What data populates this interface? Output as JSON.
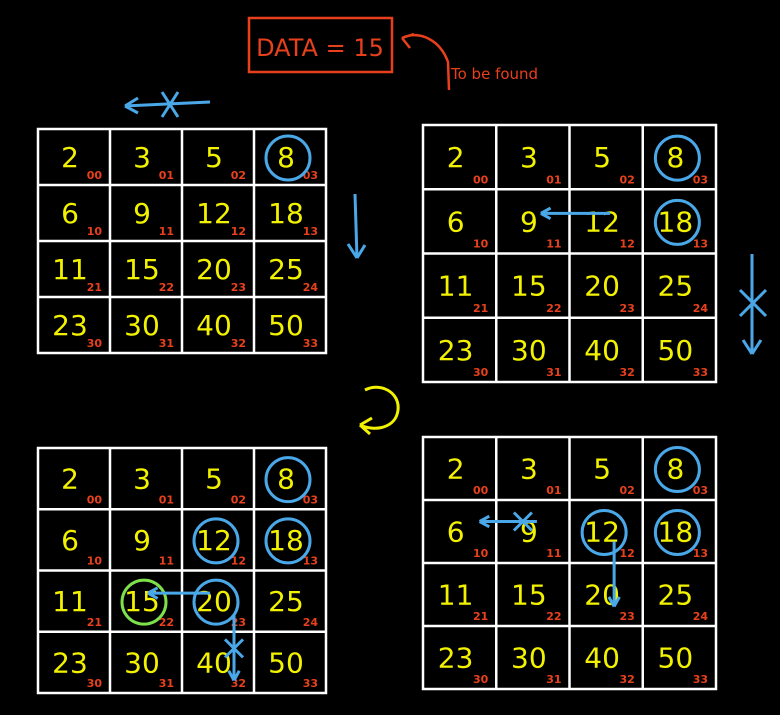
{
  "header": {
    "data_label": "DATA = 15",
    "note": "To be found"
  },
  "matrix": {
    "values": [
      [
        "2",
        "3",
        "5",
        "8"
      ],
      [
        "6",
        "9",
        "12",
        "18"
      ],
      [
        "11",
        "15",
        "20",
        "25"
      ],
      [
        "23",
        "30",
        "40",
        "50"
      ]
    ],
    "indices": [
      [
        "00",
        "01",
        "02",
        "03"
      ],
      [
        "10",
        "11",
        "12",
        "13"
      ],
      [
        "21",
        "22",
        "23",
        "24"
      ],
      [
        "30",
        "31",
        "32",
        "33"
      ]
    ]
  },
  "colors": {
    "background": "#000000",
    "grid": "#ffffff",
    "value_text": "#f2f200",
    "index_text": "#e8401c",
    "annotation_blue": "#4aa8e8",
    "found_green": "#7ee04a",
    "header_red": "#e8401c"
  }
}
